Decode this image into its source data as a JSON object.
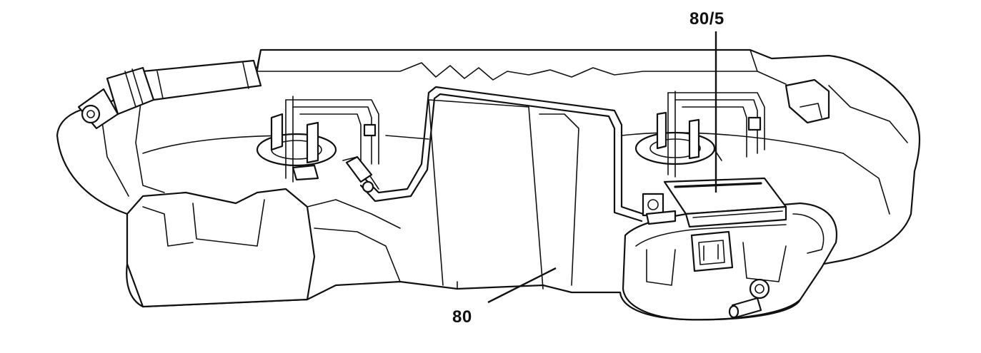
{
  "diagram": {
    "callouts": [
      {
        "id": "80",
        "label": "80"
      },
      {
        "id": "80-5",
        "label": "80/5"
      }
    ],
    "colors": {
      "line": "#111111",
      "background": "#ffffff"
    }
  }
}
